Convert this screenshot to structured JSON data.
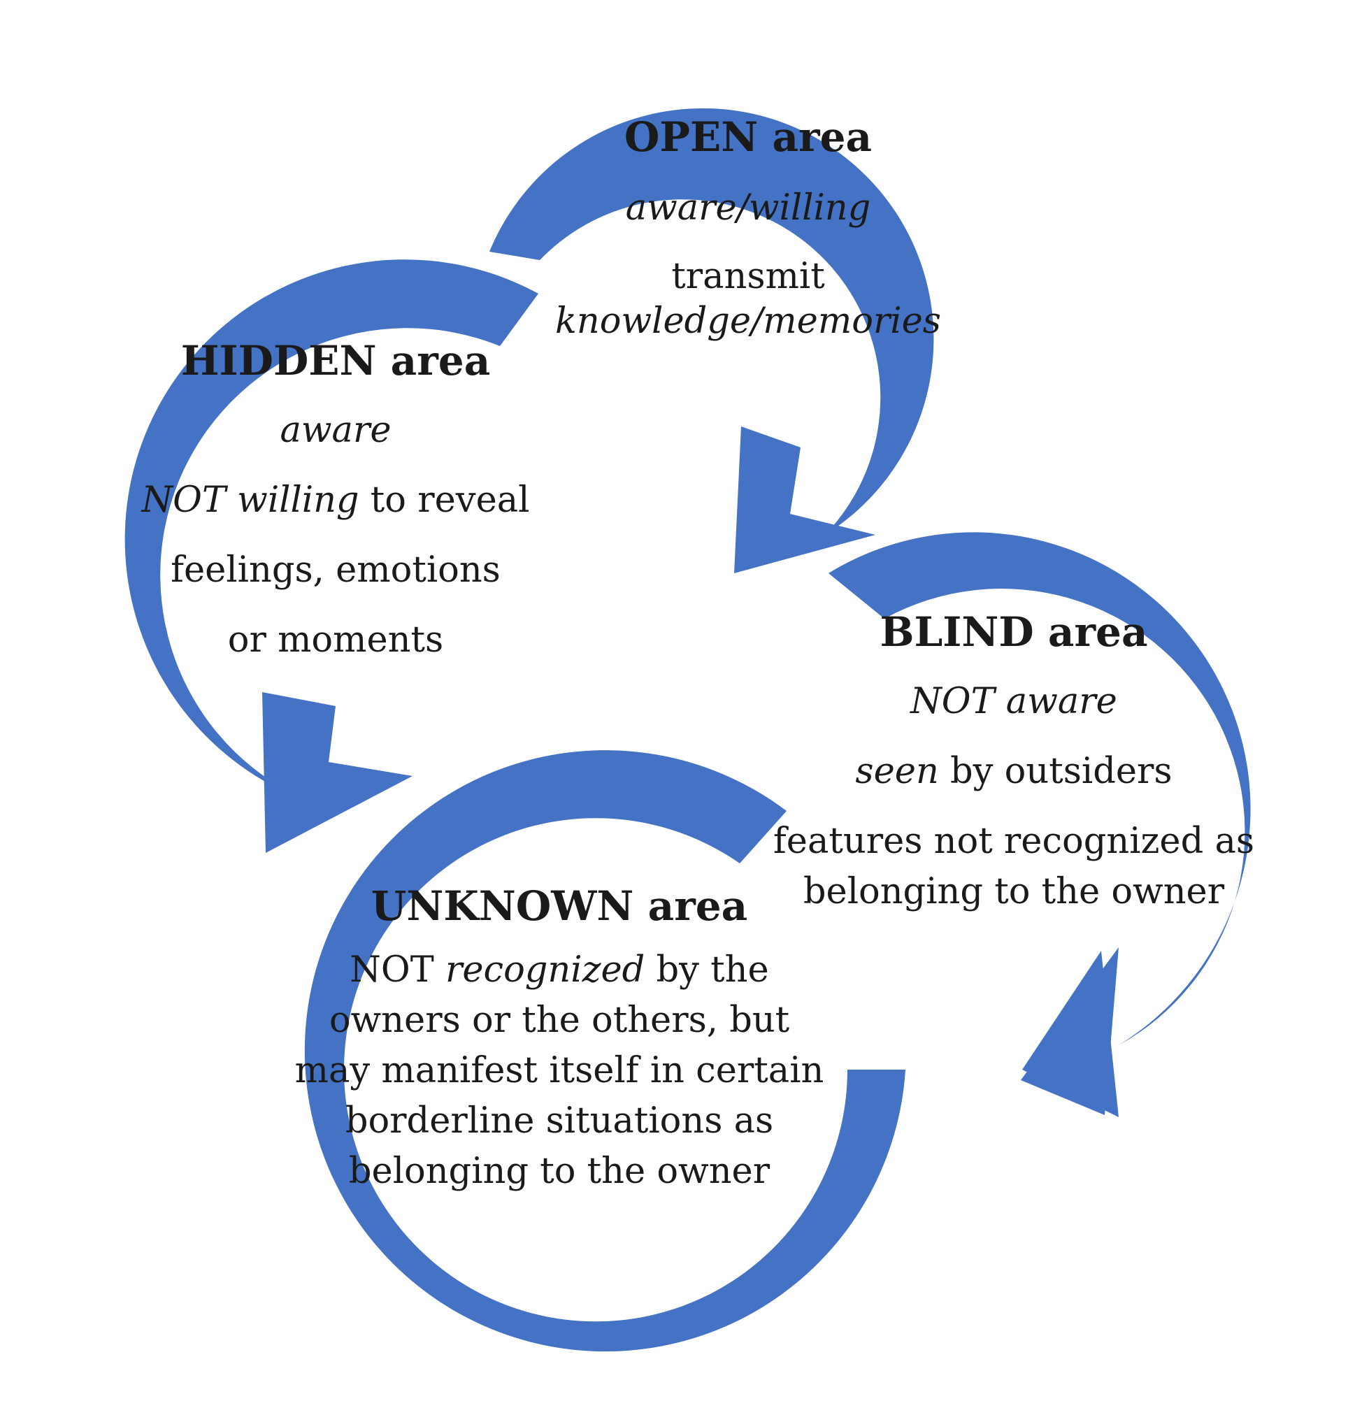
{
  "diagram": {
    "arrow_color": "#4472C4",
    "areas": {
      "open": {
        "title": "OPEN area",
        "line1": "aware/willing",
        "line2": "transmit",
        "line3": "knowledge/memories"
      },
      "hidden": {
        "title": "HIDDEN area",
        "line1": "aware",
        "line2_italic": "NOT willing",
        "line2_rest": " to reveal",
        "line3": "feelings, emotions",
        "line4": "or moments"
      },
      "blind": {
        "title": "BLIND area",
        "line1": "NOT aware",
        "line2_italic": "seen",
        "line2_rest": " by outsiders",
        "line3": "features not recognized as",
        "line4": "belonging to the owner"
      },
      "unknown": {
        "title": "UNKNOWN area",
        "line1_prefix": "NOT ",
        "line1_italic": "recognized",
        "line1_rest": " by the",
        "line2": "owners or the others, but",
        "line3": "may manifest itself in certain",
        "line4": "borderline situations as",
        "line5": "belonging to the owner"
      }
    }
  }
}
